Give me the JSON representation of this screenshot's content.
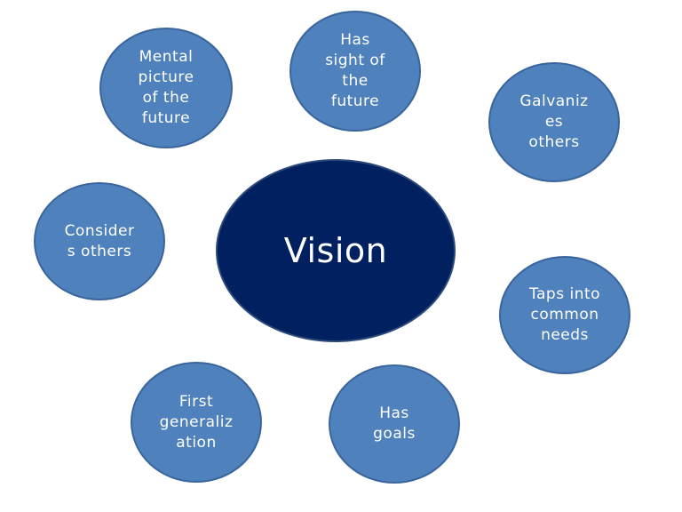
{
  "diagram": {
    "center": {
      "label": "Vision"
    },
    "nodes": [
      {
        "label": "Mental\npicture\nof the\nfuture"
      },
      {
        "label": "Has\nsight of\nthe\nfuture"
      },
      {
        "label": "Galvaniz\nes\nothers"
      },
      {
        "label": "Consider\ns others"
      },
      {
        "label": "Taps into\ncommon\nneeds"
      },
      {
        "label": "First\ngeneraliz\nation"
      },
      {
        "label": "Has\ngoals"
      }
    ],
    "colors": {
      "center_fill": "#002060",
      "node_fill": "#4f81bd",
      "node_border": "#3a659c",
      "text": "#ffffff"
    }
  }
}
